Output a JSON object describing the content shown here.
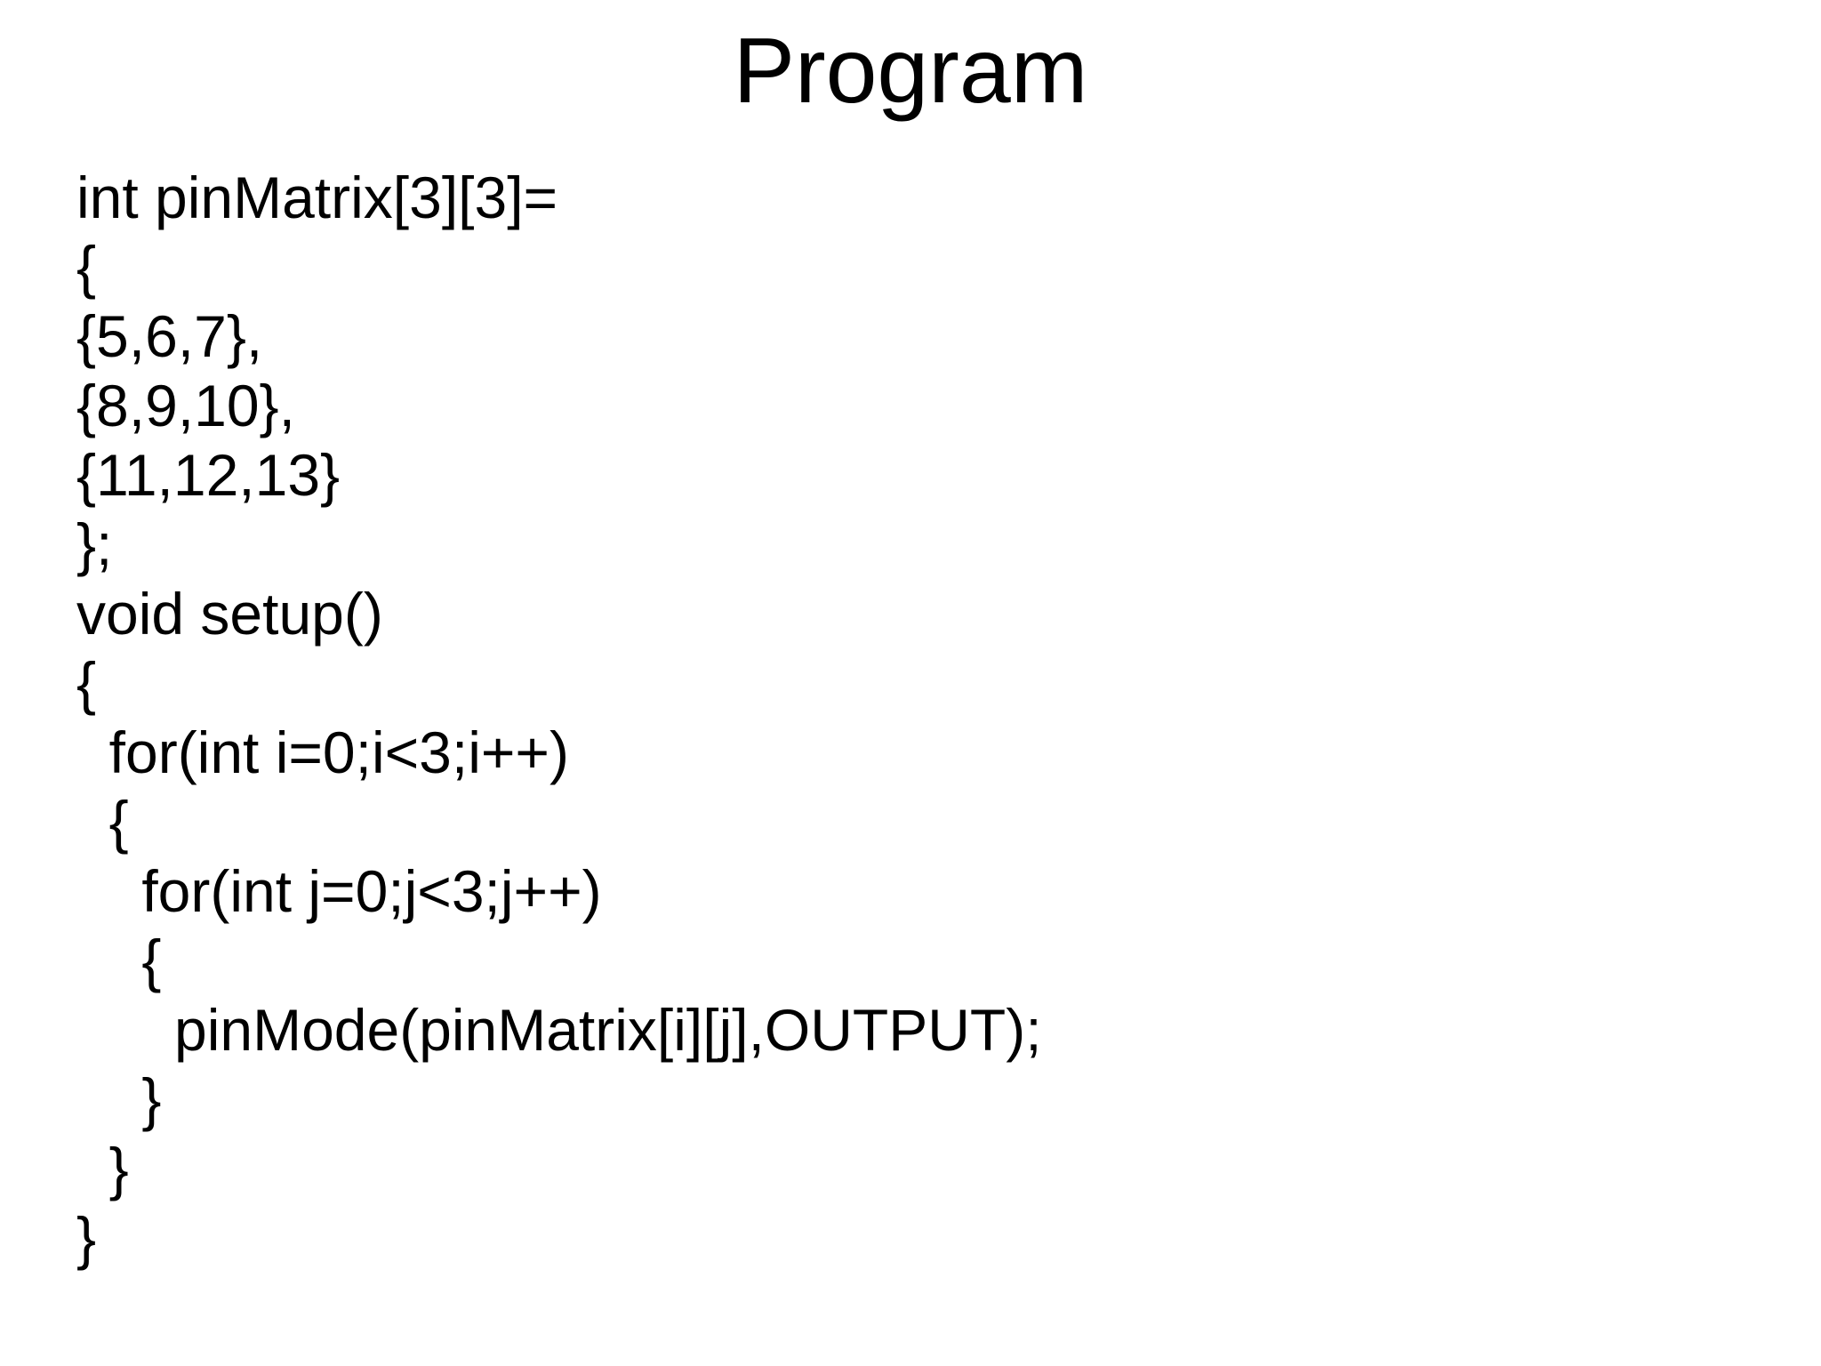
{
  "slide": {
    "title": "Program",
    "background_color": "#ffffff",
    "text_color": "#000000"
  },
  "code": {
    "lines": [
      "int pinMatrix[3][3]=",
      "{",
      "{5,6,7},",
      "{8,9,10},",
      "{11,12,13}",
      "};",
      "void setup()",
      "{",
      "  for(int i=0;i<3;i++)",
      "  {",
      "    for(int j=0;j<3;j++)",
      "    {",
      "      pinMode(pinMatrix[i][j],OUTPUT);",
      "    }",
      "  }",
      "}"
    ]
  }
}
